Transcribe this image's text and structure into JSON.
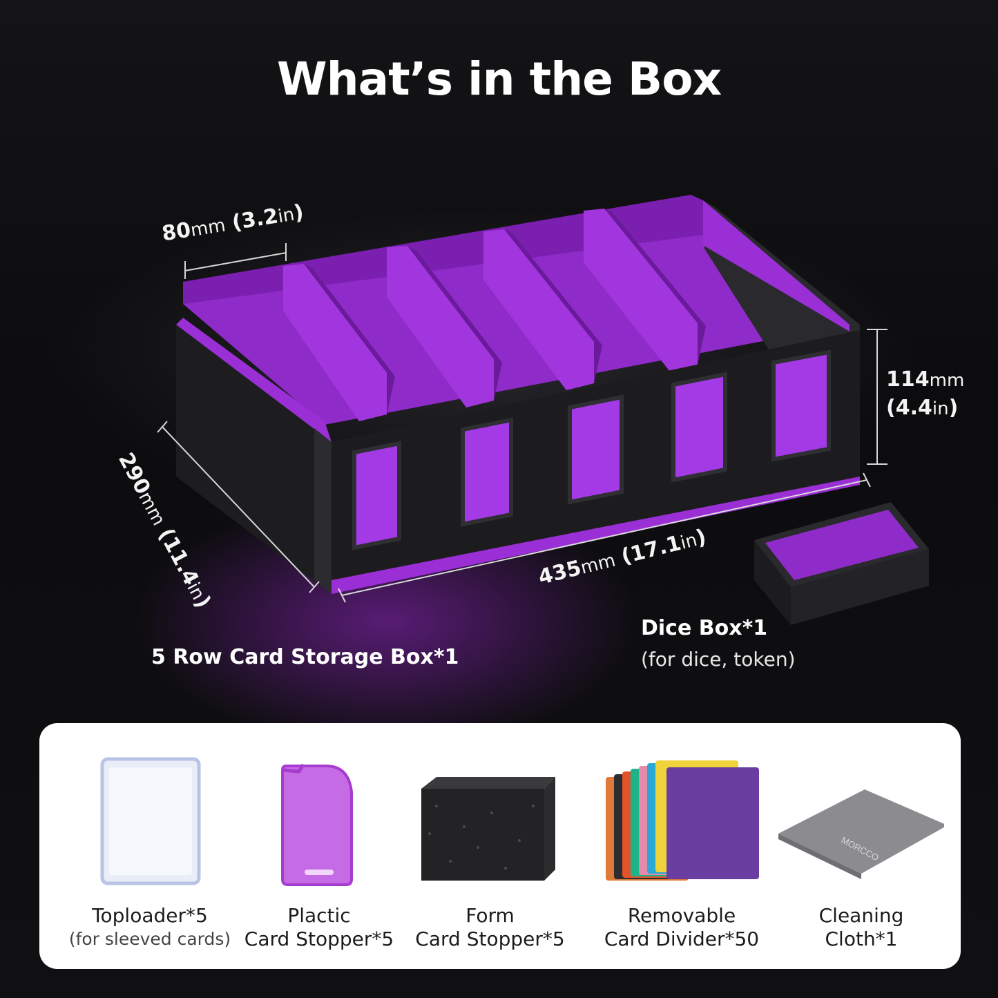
{
  "title": "What’s in the Box",
  "dimensions": {
    "width_compartment": {
      "value": "80",
      "unit": "mm",
      "imperial_value": "3.2",
      "imperial_unit": "in"
    },
    "height": {
      "value": "114",
      "unit": "mm",
      "imperial_value": "4.4",
      "imperial_unit": "in"
    },
    "depth": {
      "value": "290",
      "unit": "mm",
      "imperial_value": "11.4",
      "imperial_unit": "in"
    },
    "length": {
      "value": "435",
      "unit": "mm",
      "imperial_value": "17.1",
      "imperial_unit": "in"
    }
  },
  "main_item": {
    "label": "5 Row Card  Storage Box*1"
  },
  "dice_box": {
    "label": "Dice Box*1",
    "note": "(for dice, token)"
  },
  "accessories": [
    {
      "line1": "Toploader*5",
      "line2": "(for sleeved cards)"
    },
    {
      "line1": "Plactic",
      "line2": "Card Stopper*5"
    },
    {
      "line1": "Form",
      "line2": "Card Stopper*5"
    },
    {
      "line1": "Removable",
      "line2": "Card Divider*50"
    },
    {
      "line1": "Cleaning",
      "line2": "Cloth*1"
    }
  ],
  "cloth_brand": "MORCCO",
  "colors": {
    "accent_purple": "#9b2fd6",
    "box_black": "#1c1c1f",
    "panel_bg": "#ffffff"
  }
}
